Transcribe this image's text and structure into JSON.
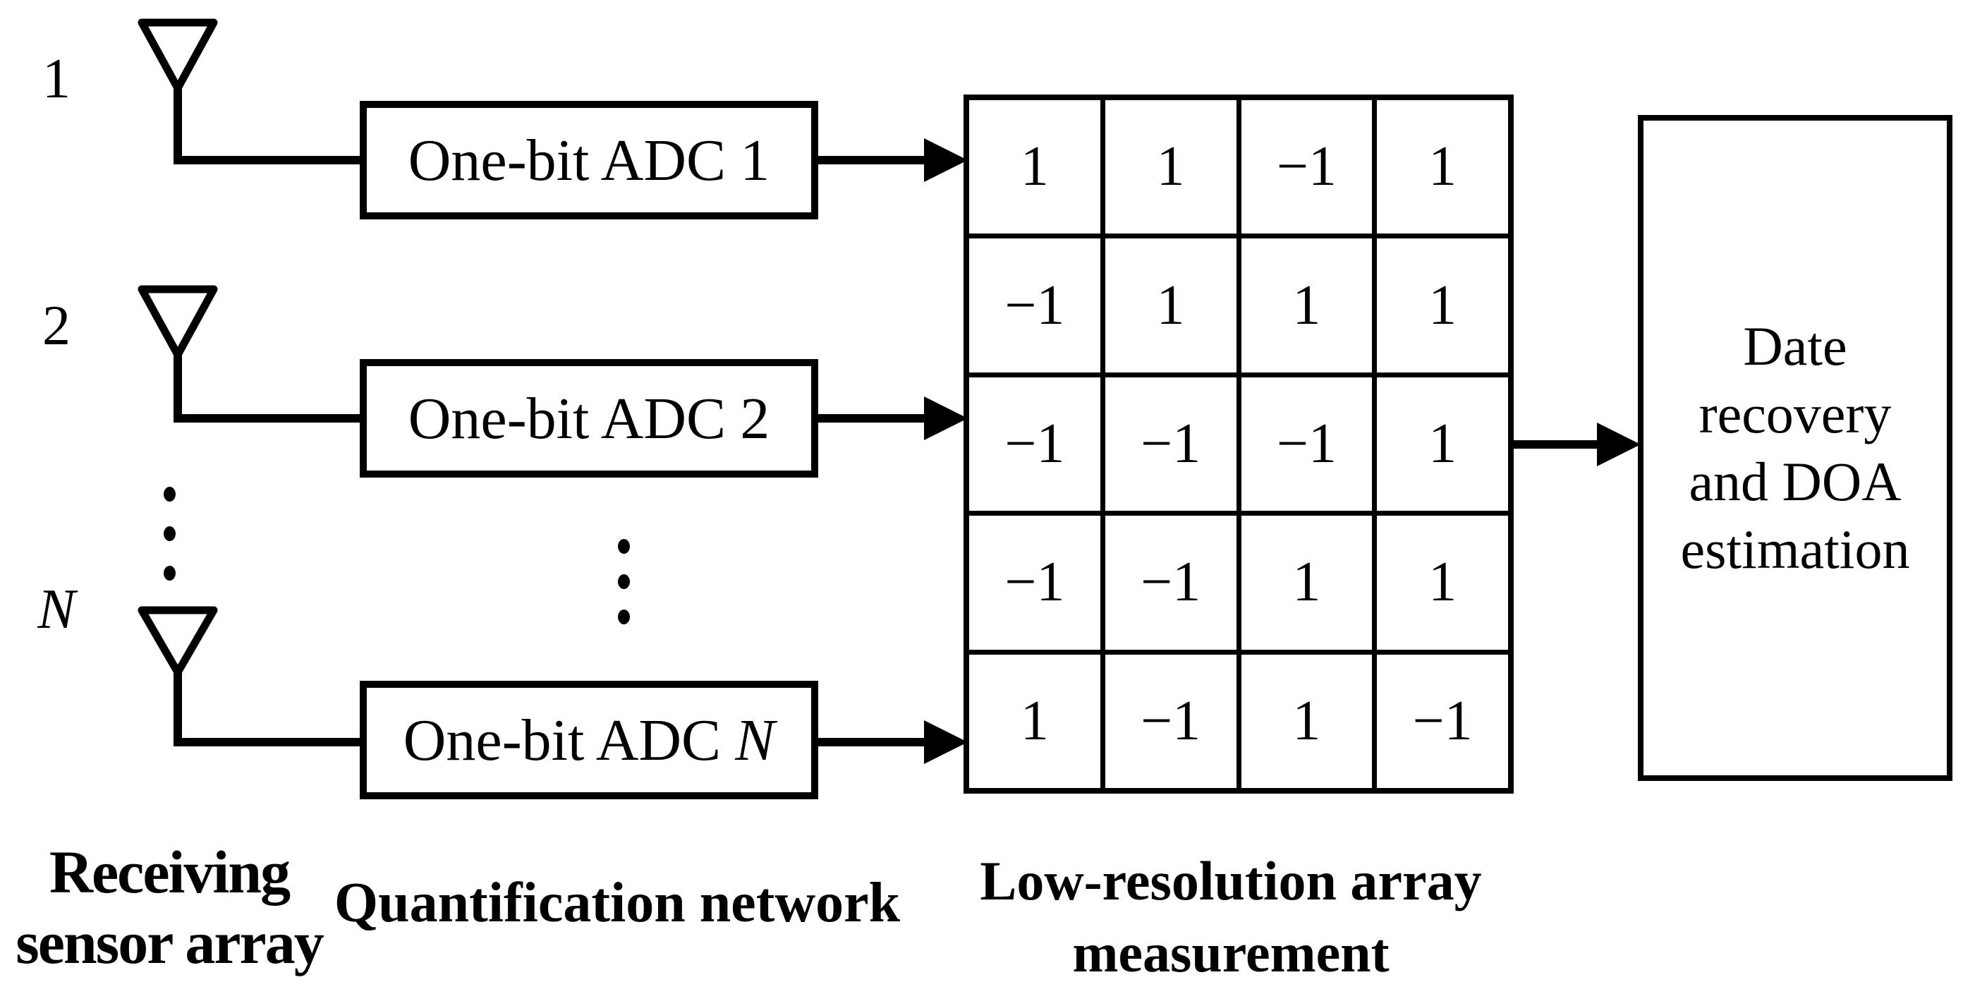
{
  "diagram": {
    "colors": {
      "ink": "#000000",
      "background": "#ffffff"
    },
    "sensors": [
      {
        "label": "1"
      },
      {
        "label": "2"
      },
      {
        "label": "N"
      }
    ],
    "icons": {
      "antenna": "antenna-icon",
      "arrow": "arrow-right-icon",
      "ellipsis": "vertical-ellipsis-icon"
    },
    "adcs": [
      {
        "prefix": "One-bit ADC",
        "index": "1"
      },
      {
        "prefix": "One-bit ADC",
        "index": "2"
      },
      {
        "prefix": "One-bit ADC",
        "index": "N"
      }
    ],
    "matrix": {
      "rows": [
        [
          "1",
          "1",
          "−1",
          "1"
        ],
        [
          "−1",
          "1",
          "1",
          "1"
        ],
        [
          "−1",
          "−1",
          "−1",
          "1"
        ],
        [
          "−1",
          "−1",
          "1",
          "1"
        ],
        [
          "1",
          "−1",
          "1",
          "−1"
        ]
      ]
    },
    "output_box": {
      "lines": [
        "Date",
        "recovery",
        "and DOA",
        "estimation"
      ]
    },
    "captions": {
      "receiving": {
        "lines": [
          "Receiving",
          "sensor array"
        ]
      },
      "quantification": {
        "lines": [
          "Quantification network"
        ]
      },
      "low_resolution": {
        "lines": [
          "Low-resolution array",
          "measurement"
        ]
      }
    }
  }
}
